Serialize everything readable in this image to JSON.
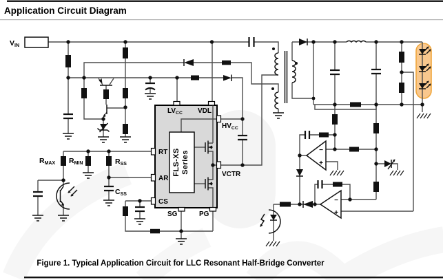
{
  "page": {
    "title": "Application Circuit Diagram",
    "caption": "Figure 1.   Typical Application Circuit for LLC Resonant Half-Bridge Converter"
  },
  "colors": {
    "wire": "#4c4c4c",
    "ic_fill": "#d9d9d9",
    "chip_text": "#1f4080",
    "led_highlight_fill": "#f9c88e",
    "led_highlight_stroke": "#f0a73d"
  },
  "labels": {
    "vin": {
      "main": "V",
      "sub": "IN"
    },
    "rmax": {
      "main": "R",
      "sub": "MAX"
    },
    "rmin": {
      "main": "R",
      "sub": "MIN"
    },
    "rss": {
      "main": "R",
      "sub": "SS"
    },
    "css": {
      "main": "C",
      "sub": "SS"
    }
  },
  "ic": {
    "name_line1": "FLS-XS",
    "name_line2": "Series",
    "pins": {
      "lvcc": {
        "main": "LV",
        "sub": "CC"
      },
      "vdl": "VDL",
      "hvcc": {
        "main": "HV",
        "sub": "CC"
      },
      "vctr": "VCTR",
      "rt": "RT",
      "ar": "AR",
      "cs": "CS",
      "sg": "SG",
      "pg": "PG"
    }
  },
  "opamp": {
    "minus": "−",
    "plus": "+"
  }
}
